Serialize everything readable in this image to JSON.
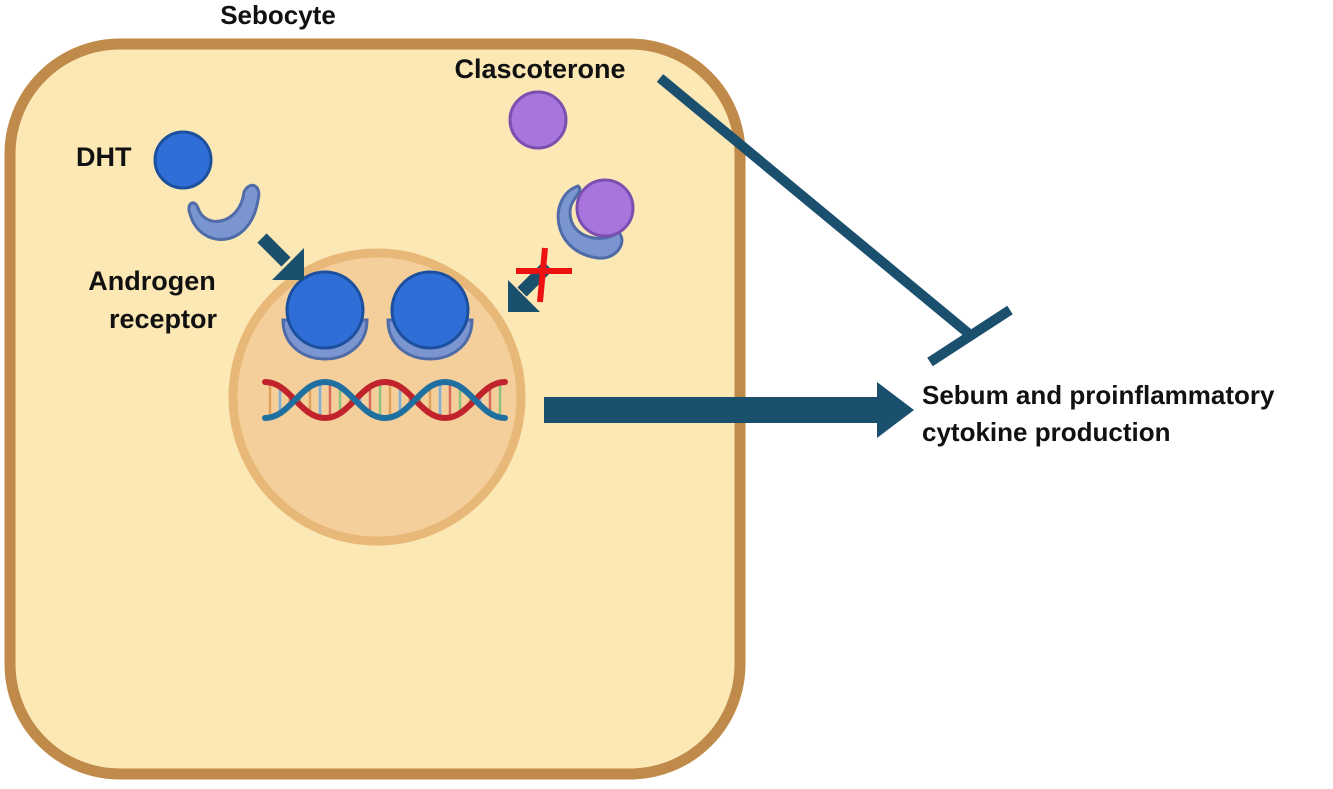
{
  "labels": {
    "cell": "Sebocyte",
    "antagonist": "Clascoterone",
    "ligand": "DHT",
    "receptor_line1": "Androgen",
    "receptor_line2": "receptor",
    "outcome_line1": "Sebum and proinflammatory",
    "outcome_line2": "cytokine production"
  },
  "colors": {
    "cell_fill": "#fbe8b4",
    "cell_border": "#c08a4a",
    "nucleus_fill": "#f4cf9c",
    "nucleus_border": "#e8b878",
    "dht": "#2f6ed6",
    "dht_border": "#1c4f9e",
    "receptor": "#7a95cf",
    "receptor_border": "#4f6ba8",
    "clascoterone": "#a875dd",
    "clascoterone_border": "#7b4fb0",
    "arrow": "#1b4f6e",
    "block_mark": "#ee1111",
    "dna_red": "#c0232b",
    "dna_blue": "#1f6fa0"
  },
  "relations": {
    "dht_binding": "activates",
    "clascoterone_binding": "blocked",
    "nucleus_to_outcome": "activates",
    "clascoterone_to_outcome": "inhibits"
  }
}
